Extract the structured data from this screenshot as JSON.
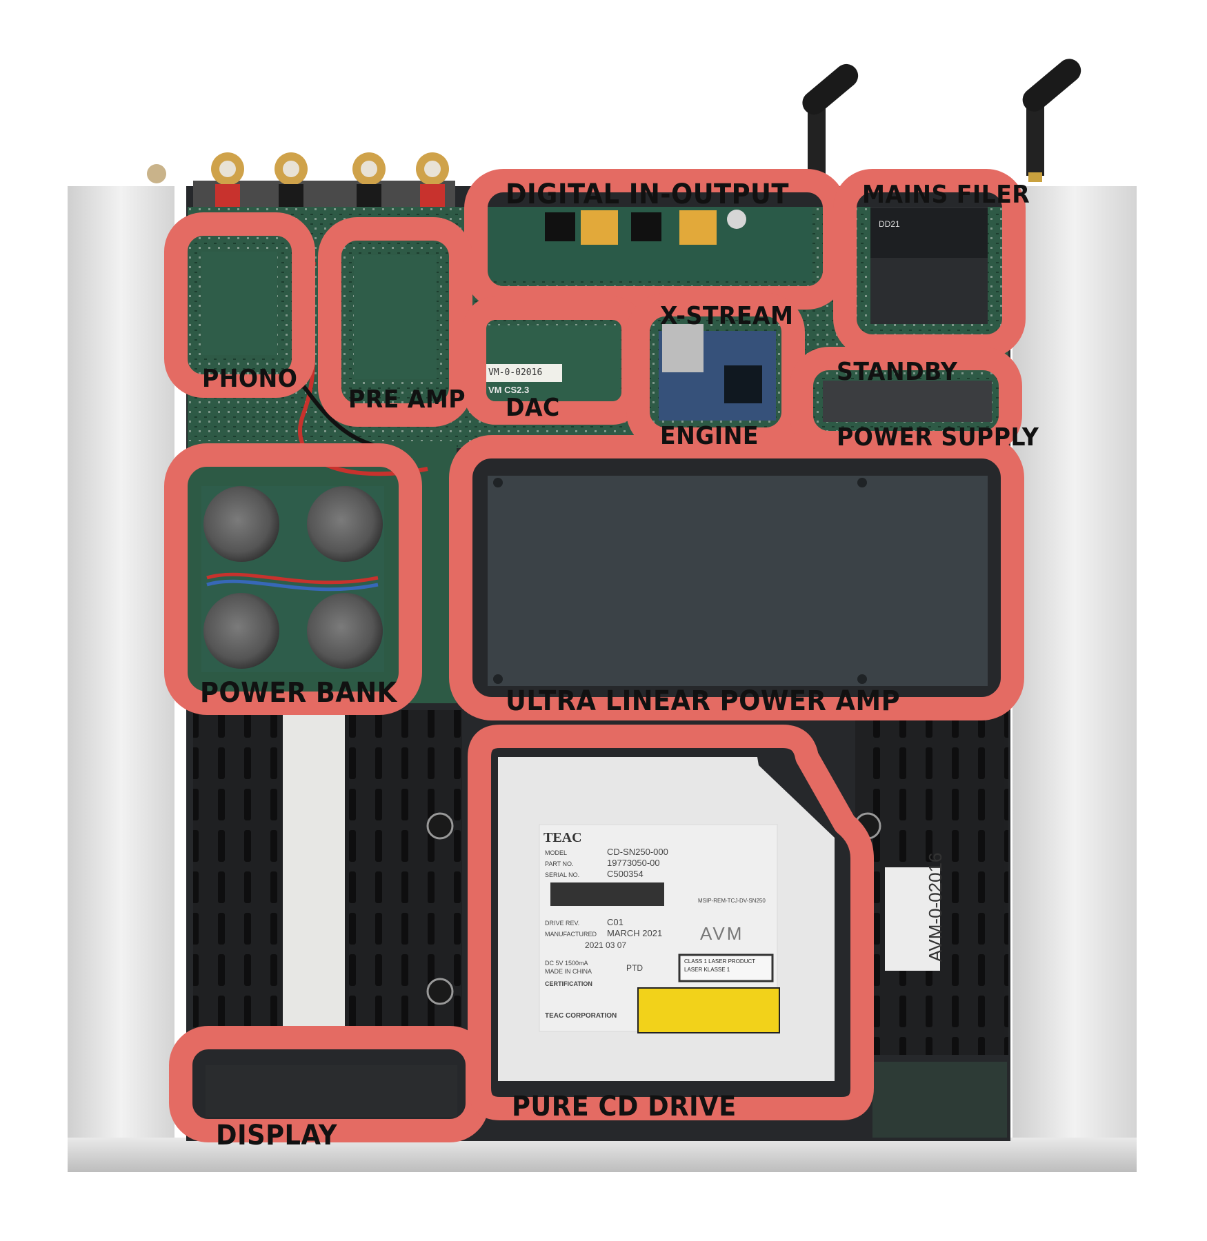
{
  "labels": {
    "digital_in_output": "DIGITAL IN-OUTPUT",
    "mains_filter": "MAINS FILER",
    "phono": "PHONO",
    "pre_amp": "PRE AMP",
    "dac": "DAC",
    "x_stream": "X-STREAM",
    "engine": "ENGINE",
    "standby": "STANDBY",
    "power_supply": "POWER SUPPLY",
    "power_bank": "POWER BANK",
    "ultra_linear_power_amp": "ULTRA LINEAR POWER AMP",
    "pure_cd_drive": "PURE CD DRIVE",
    "display": "DISPLAY"
  },
  "board_markings": {
    "dac_serial": "VM-0-02016",
    "dac_board": "VM CS2.3",
    "side_sticker": "AVM-0-02016",
    "mains_part": "DD21"
  },
  "cd_sticker": {
    "brand": "TEAC",
    "model_label": "MODEL",
    "model": "CD-SN250-000",
    "part_label": "PART NO.",
    "part": "19773050-00",
    "serial_label": "SERIAL NO.",
    "serial": "C500354",
    "drive_rev_label": "DRIVE REV.",
    "drive_rev": "C01",
    "manufactured_label": "MANUFACTURED",
    "manufactured": "MARCH 2021",
    "date_line": "2021  03  07",
    "power": "DC 5V  1500mA",
    "origin": "MADE IN CHINA",
    "ptd": "PTD",
    "certification": "CERTIFICATION",
    "corporation": "TEAC CORPORATION",
    "laser_class": "CLASS 1 LASER PRODUCT",
    "laser_klasse": "LASER KLASSE 1",
    "msip": "MSIP-REM-TCJ-DV-SN250",
    "avm_logo": "AVM"
  },
  "colors": {
    "highlight": "#e46b63",
    "chassis_silver": "#d9d9d9",
    "pcb_green": "#2f5e4a",
    "amp_cover": "#3b4247",
    "heatsink": "#1e1f21",
    "sticker": "#efefef",
    "warning_yellow": "#f2d21a"
  }
}
